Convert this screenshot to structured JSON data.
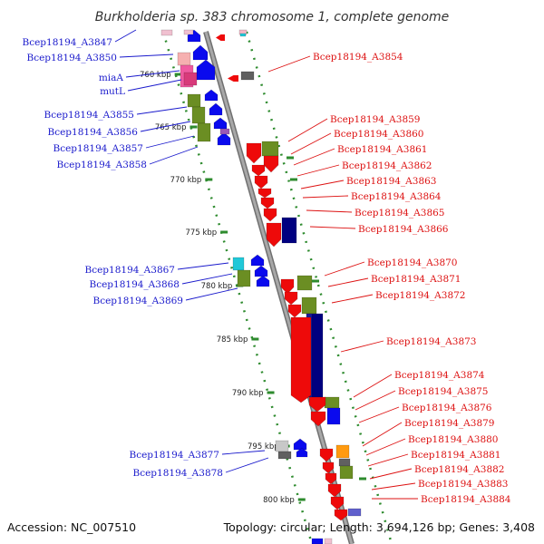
{
  "title": "Burkholderia sp. 383 chromosome 1, complete genome",
  "footer": {
    "accession": "Accession: NC_007510",
    "topology": "Topology: circular; Length: 3,694,126 bp; Genes: 3,408"
  },
  "colors": {
    "forward_gene": "#0a0aee",
    "reverse_gene": "#ee0a0a",
    "left_label": "#1a1acc",
    "right_label": "#dd1111",
    "scale_tick": "#2e8b2e",
    "backbone": "#8c8c8c"
  },
  "scale_labels": [
    "760 kbp",
    "765 kbp",
    "770 kbp",
    "775 kbp",
    "780 kbp",
    "785 kbp",
    "790 kbp",
    "795 kbp",
    "800 kbp"
  ],
  "left_labels": [
    "Bcep18194_A3847",
    "Bcep18194_A3850",
    "miaA",
    "mutL",
    "Bcep18194_A3855",
    "Bcep18194_A3856",
    "Bcep18194_A3857",
    "Bcep18194_A3858",
    "Bcep18194_A3867",
    "Bcep18194_A3868",
    "Bcep18194_A3869",
    "Bcep18194_A3877",
    "Bcep18194_A3878"
  ],
  "right_labels": [
    "Bcep18194_A3854",
    "Bcep18194_A3859",
    "Bcep18194_A3860",
    "Bcep18194_A3861",
    "Bcep18194_A3862",
    "Bcep18194_A3863",
    "Bcep18194_A3864",
    "Bcep18194_A3865",
    "Bcep18194_A3866",
    "Bcep18194_A3870",
    "Bcep18194_A3871",
    "Bcep18194_A3872",
    "Bcep18194_A3873",
    "Bcep18194_A3874",
    "Bcep18194_A3875",
    "Bcep18194_A3876",
    "Bcep18194_A3879",
    "Bcep18194_A3880",
    "Bcep18194_A3881",
    "Bcep18194_A3882",
    "Bcep18194_A3883",
    "Bcep18194_A3884"
  ]
}
